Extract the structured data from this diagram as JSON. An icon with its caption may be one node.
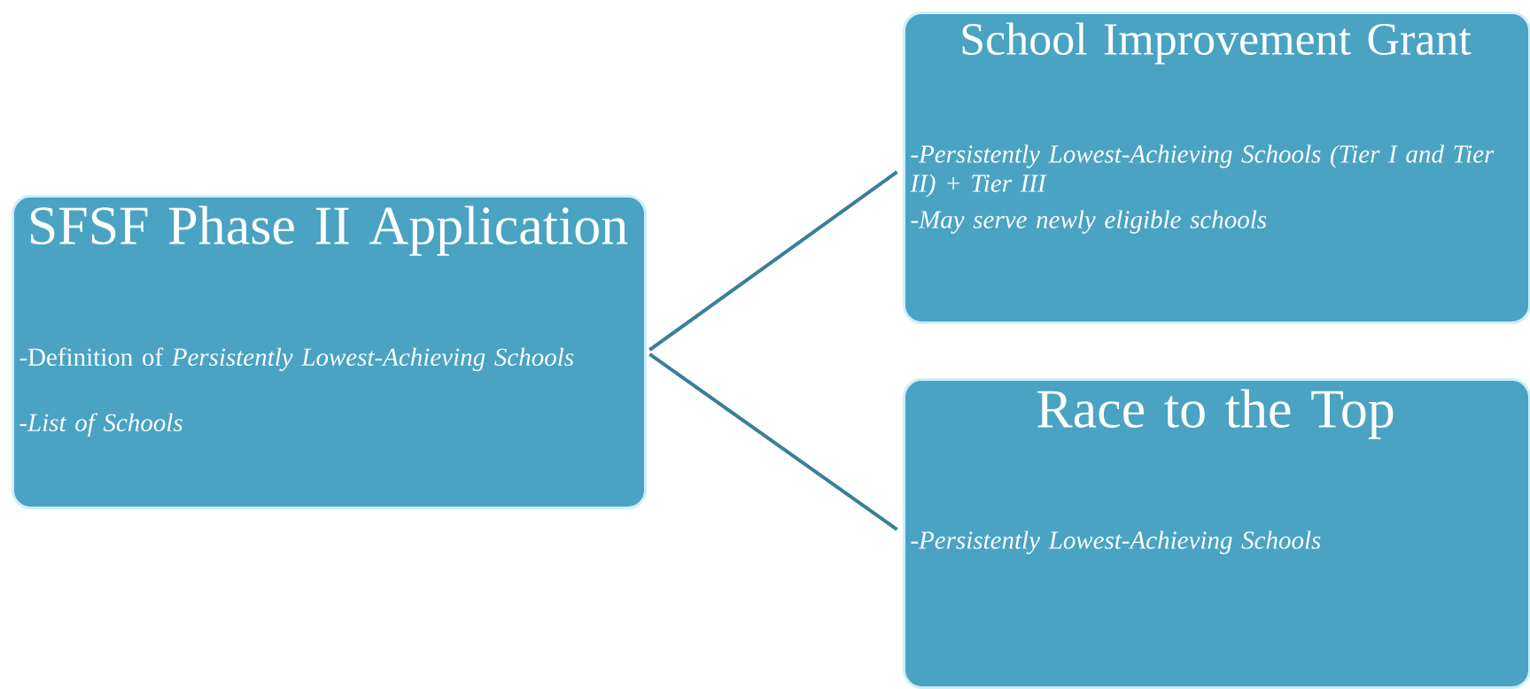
{
  "diagram": {
    "nodes": [
      {
        "text": [
          "SFSF Phase II Application",
          "-Definition of *Persistently Lowest-Achieving Schools*",
          "-List of Schools"
        ]
      },
      {
        "text": [
          "School Improvement Grant",
          "-Persistently Lowest-Achieving Schools (Tier I and Tier II) + Tier III",
          "-May serve newly eligible schools"
        ]
      },
      {
        "text": [
          "Race to the Top",
          "-Persistently Lowest-Achieving Schools"
        ]
      }
    ],
    "edges": [
      {
        "from": 0,
        "to": 1,
        "arrow": "none"
      },
      {
        "from": 0,
        "to": 2,
        "arrow": "none"
      }
    ]
  }
}
